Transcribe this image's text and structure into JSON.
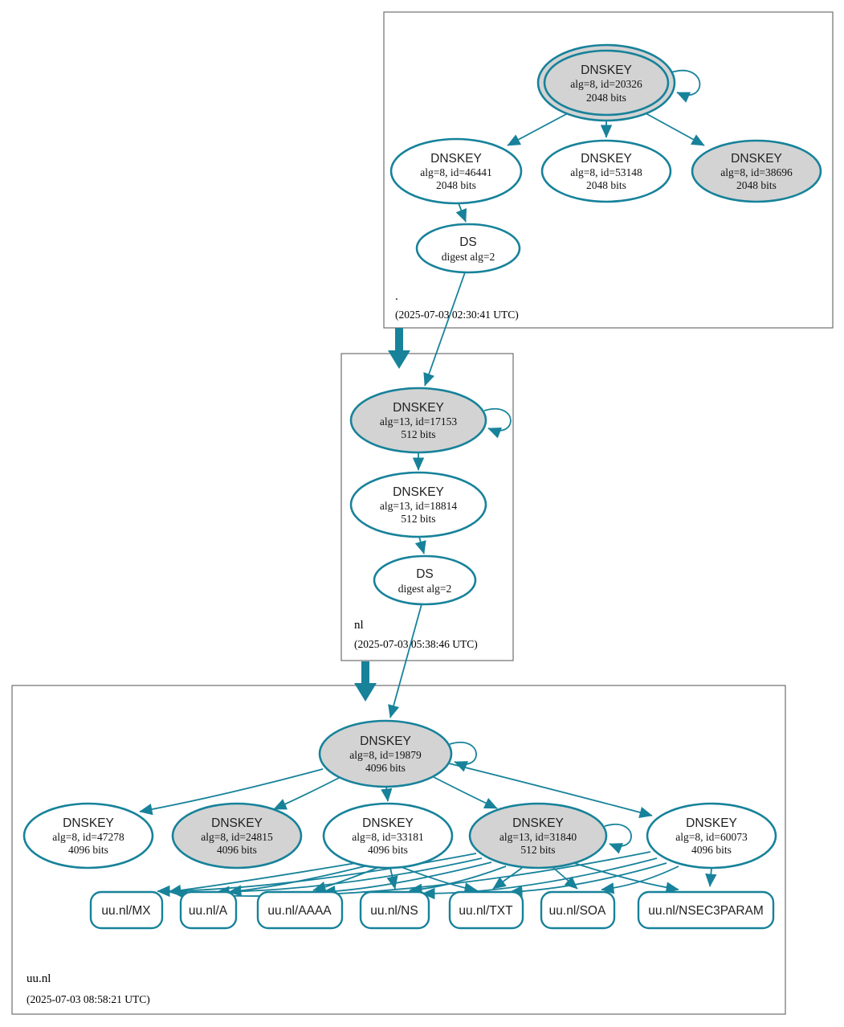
{
  "colors": {
    "edge": "#17829a",
    "node_fill_signed": "#d3d3d3",
    "zone_border": "#6f6f6f"
  },
  "zones": [
    {
      "name": ".",
      "timestamp": "(2025-07-03 02:30:41 UTC)",
      "nodes": {
        "ksk": {
          "title": "DNSKEY",
          "attrs": "alg=8, id=20326",
          "bits": "2048 bits"
        },
        "zsk1": {
          "title": "DNSKEY",
          "attrs": "alg=8, id=46441",
          "bits": "2048 bits"
        },
        "zsk2": {
          "title": "DNSKEY",
          "attrs": "alg=8, id=53148",
          "bits": "2048 bits"
        },
        "ksk2": {
          "title": "DNSKEY",
          "attrs": "alg=8, id=38696",
          "bits": "2048 bits"
        },
        "ds": {
          "title": "DS",
          "attrs": "digest alg=2"
        }
      }
    },
    {
      "name": "nl",
      "timestamp": "(2025-07-03 05:38:46 UTC)",
      "nodes": {
        "ksk": {
          "title": "DNSKEY",
          "attrs": "alg=13, id=17153",
          "bits": "512 bits"
        },
        "zsk": {
          "title": "DNSKEY",
          "attrs": "alg=13, id=18814",
          "bits": "512 bits"
        },
        "ds": {
          "title": "DS",
          "attrs": "digest alg=2"
        }
      }
    },
    {
      "name": "uu.nl",
      "timestamp": "(2025-07-03 08:58:21 UTC)",
      "nodes": {
        "ksk": {
          "title": "DNSKEY",
          "attrs": "alg=8, id=19879",
          "bits": "4096 bits"
        },
        "key1": {
          "title": "DNSKEY",
          "attrs": "alg=8, id=47278",
          "bits": "4096 bits"
        },
        "key2": {
          "title": "DNSKEY",
          "attrs": "alg=8, id=24815",
          "bits": "4096 bits"
        },
        "key3": {
          "title": "DNSKEY",
          "attrs": "alg=8, id=33181",
          "bits": "4096 bits"
        },
        "key4": {
          "title": "DNSKEY",
          "attrs": "alg=13, id=31840",
          "bits": "512 bits"
        },
        "key5": {
          "title": "DNSKEY",
          "attrs": "alg=8, id=60073",
          "bits": "4096 bits"
        },
        "rrsets": [
          "uu.nl/MX",
          "uu.nl/A",
          "uu.nl/AAAA",
          "uu.nl/NS",
          "uu.nl/TXT",
          "uu.nl/SOA",
          "uu.nl/NSEC3PARAM"
        ]
      }
    }
  ]
}
